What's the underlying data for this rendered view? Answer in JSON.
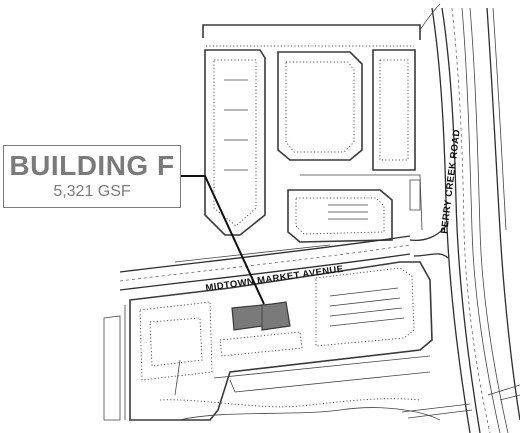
{
  "callout": {
    "title": "BUILDING F",
    "area": "5,321 GSF"
  },
  "streets": {
    "avenue": "MIDTOWN MARKET AVENUE",
    "road": "PERRY CREEK ROAD"
  },
  "colors": {
    "highlight": "#7a7a7a",
    "line": "#2e2e2e",
    "callout_text": "#7a7a7a"
  }
}
